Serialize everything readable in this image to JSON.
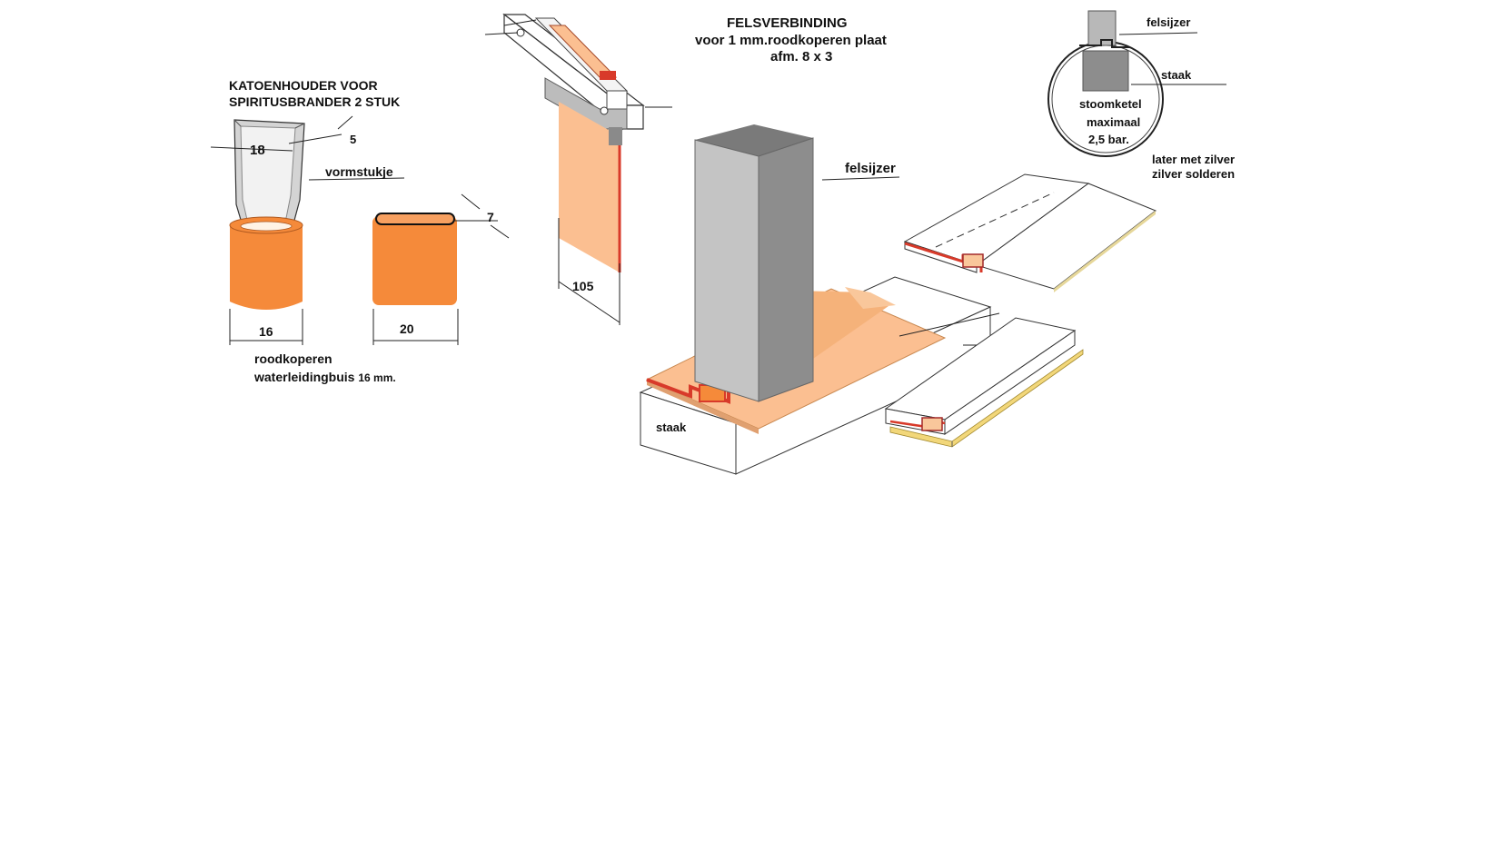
{
  "title": {
    "line1": "FELSVERBINDING",
    "line2": "voor 1 mm.roodkoperen plaat",
    "line3": "afm. 8 x 3"
  },
  "cotton_holder": {
    "heading1": "KATOENHOUDER VOOR",
    "heading2": "SPIRITUSBRANDER   2 STUK",
    "dim_top_width": "18",
    "dim_top_offset": "5",
    "label_form_piece": "vormstukje",
    "dim_tube_width": "16",
    "dim_flat_width": "20",
    "dim_flat_height": "7",
    "caption1": "roodkoperen",
    "caption2": "waterleidingbuis",
    "caption2_size": "16 mm."
  },
  "clamp": {
    "dim_length": "105"
  },
  "seam_tool": {
    "label_tool": "felsijzer",
    "label_block": "staak"
  },
  "boiler_inset": {
    "label_tool": "felsijzer",
    "label_block": "staak",
    "text1": "stoomketel",
    "text2": "maximaal",
    "text3": "2,5 bar."
  },
  "note": {
    "line1": "later met zilver",
    "line2": "zilver solderen"
  },
  "colors": {
    "copper": "#f58a3a",
    "copper_light": "#fbbf91",
    "red_edge": "#d83a2a",
    "grey_front": "#c4c4c4",
    "grey_side": "#8d8d8d",
    "grey_top": "#7a7a7a"
  }
}
